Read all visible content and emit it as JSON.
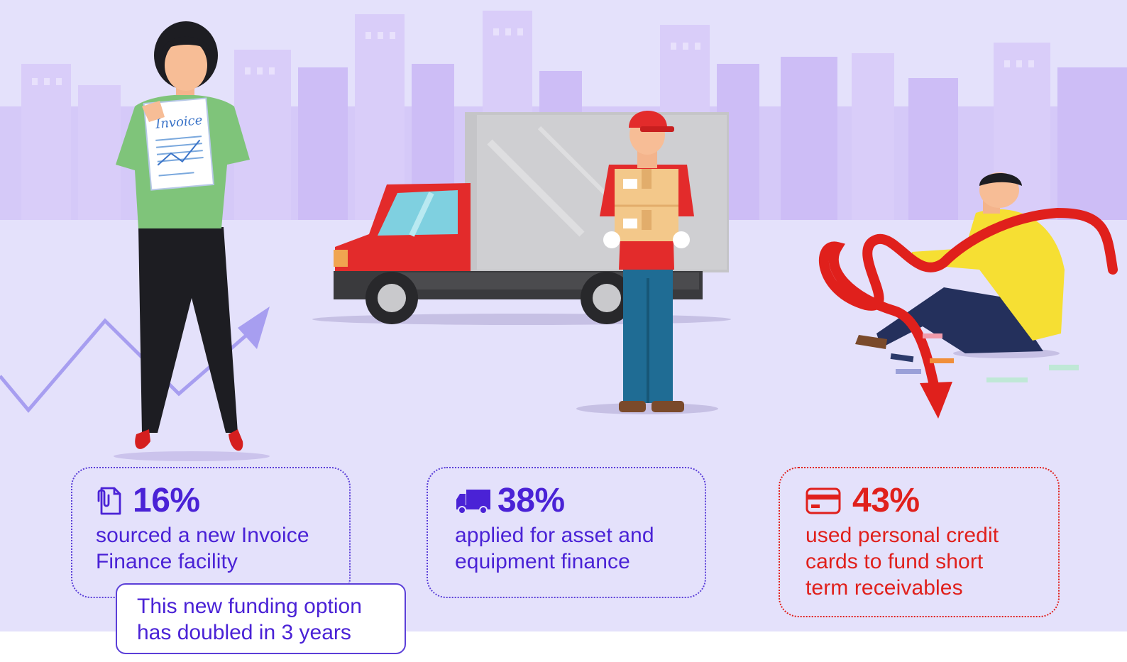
{
  "colors": {
    "background": "#e4e1fb",
    "accent_purple": "#4a22d6",
    "accent_red": "#e0201c"
  },
  "illustration": {
    "invoice_label": "Invoice"
  },
  "stats": [
    {
      "icon": "document-clip-icon",
      "value": "16%",
      "description_line1": "sourced a new Invoice",
      "description_line2": "Finance facility"
    },
    {
      "icon": "truck-icon",
      "value": "38%",
      "description_line1": "applied for asset and",
      "description_line2": "equipment finance"
    },
    {
      "icon": "credit-card-icon",
      "value": "43%",
      "description_line1": "used personal credit",
      "description_line2": "cards to fund short",
      "description_line3": "term receivables"
    }
  ],
  "note": {
    "line1": "This new funding option",
    "line2": "has doubled in 3 years"
  }
}
